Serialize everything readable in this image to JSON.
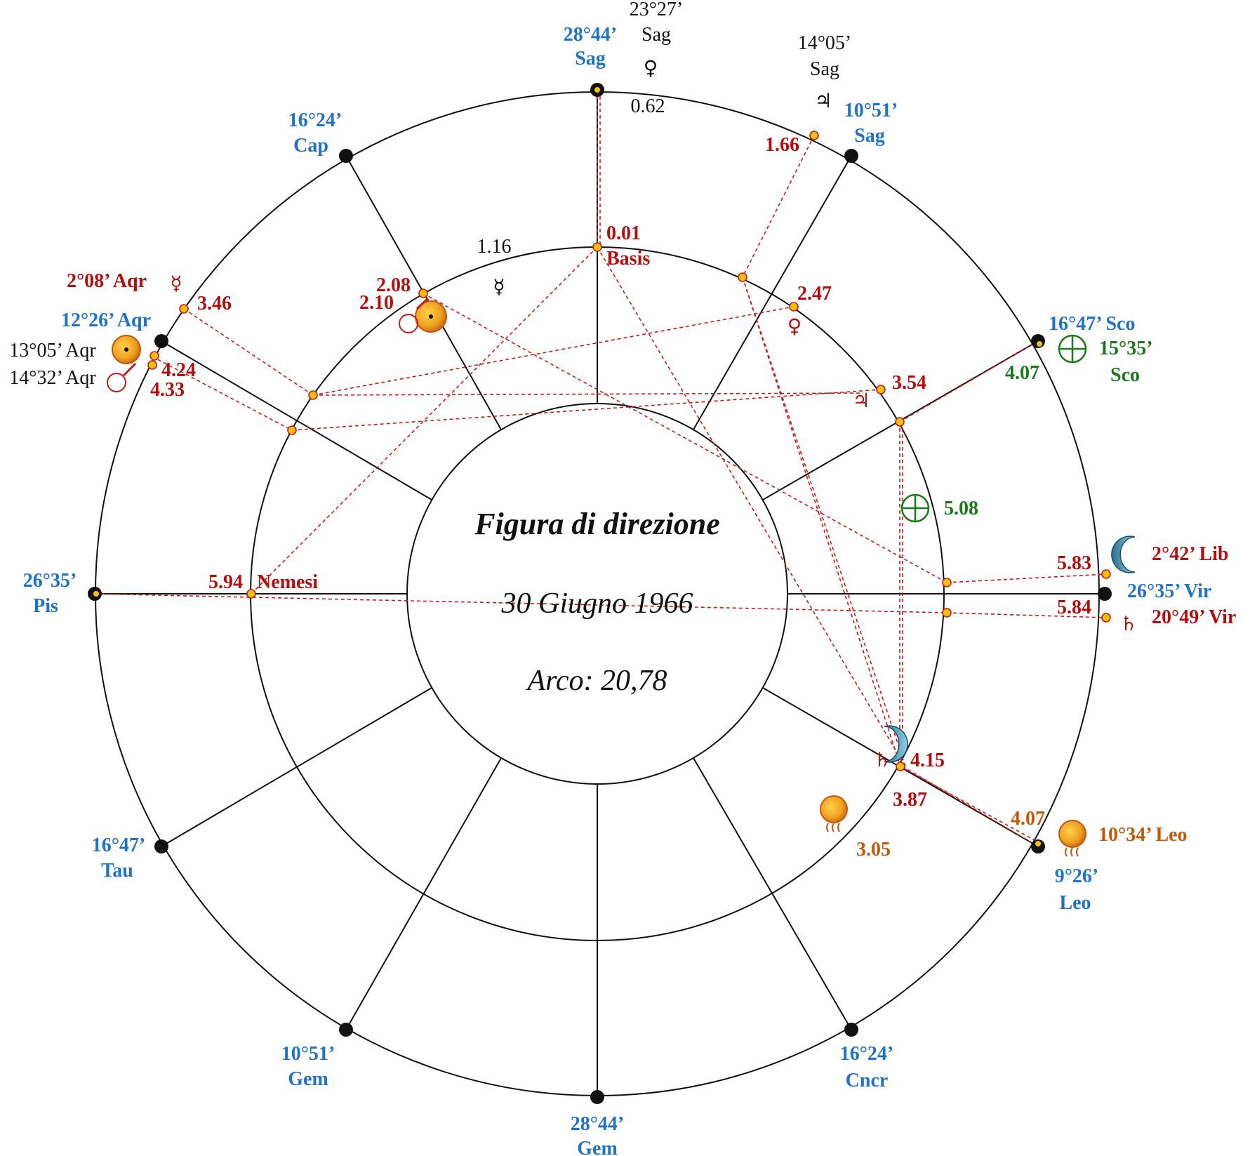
{
  "center": {
    "title": "Figura di direzione",
    "date": "30 Giugno 1966",
    "arc": "Arco: 20,78"
  },
  "cusps": {
    "top": {
      "deg": "28°44’",
      "sign": "Sag"
    },
    "cap": {
      "deg": "16°24’",
      "sign": "Cap"
    },
    "aqr": {
      "deg": "12°26’ Aqr"
    },
    "pis": {
      "deg": "26°35’",
      "sign": "Pis"
    },
    "tau": {
      "deg": "16°47’",
      "sign": "Tau"
    },
    "gem_left": {
      "deg": "10°51’",
      "sign": "Gem"
    },
    "bottom": {
      "deg": "28°44’",
      "sign": "Gem"
    },
    "cncr": {
      "deg": "16°24’",
      "sign": "Cncr"
    },
    "leo": {
      "deg": "9°26’",
      "sign": "Leo"
    },
    "vir": {
      "deg": "26°35’ Vir"
    },
    "sco": {
      "deg": "16°47’ Sco"
    },
    "sag_right": {
      "deg": "10°51’",
      "sign": "Sag"
    }
  },
  "planets": {
    "venus_top": {
      "deg": "23°27’",
      "sign": "Sag",
      "value": "0.62"
    },
    "jupiter_top": {
      "deg": "14°05’",
      "sign": "Sag"
    },
    "mercury": {
      "label": "2°08’ Aqr"
    },
    "sun_natal": {
      "label": "13°05’ Aqr"
    },
    "mars_natal": {
      "label": "14°32’ Aqr"
    },
    "earth": {
      "deg": "15°35’",
      "sign": "Sco"
    },
    "moon": {
      "label": "2°42’ Lib"
    },
    "saturn": {
      "label": "20°49’ Vir"
    },
    "sun_leo": {
      "label": "10°34’ Leo"
    }
  },
  "values": {
    "v0_01": "0.01",
    "basis": "Basis",
    "v1_16": "1.16",
    "v1_66": "1.66",
    "v2_08": "2.08",
    "v2_10": "2.10",
    "v2_47": "2.47",
    "v3_46": "3.46",
    "v3_54": "3.54",
    "v4_24": "4.24",
    "v4_33": "4.33",
    "v4_07_sco": "4.07",
    "v5_08": "5.08",
    "v5_83": "5.83",
    "v5_84": "5.84",
    "v5_94": "5.94",
    "nemesi": "Nemesi",
    "v4_15": "4.15",
    "v3_87": "3.87",
    "v3_05": "3.05",
    "v4_07_leo": "4.07"
  },
  "colors": {
    "cusp_text": "#1f73c7",
    "value_red": "#b30f0f",
    "value_green": "#1a7a1a",
    "value_orange": "#c25a0c",
    "line": "#111111",
    "dotted": "#c41a1a"
  }
}
